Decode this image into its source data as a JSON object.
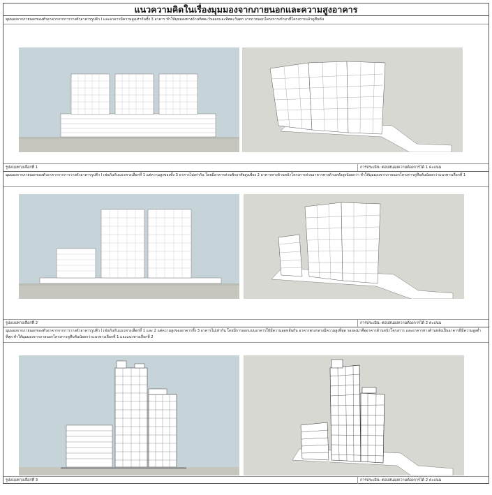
{
  "header": {
    "title": "แนวความคิดในเรื่องมุมมองจากภายนอกและความสูงอาคาร"
  },
  "sections": [
    {
      "description": "มุมมองจากภายนอกของตัวอาคารจากการวางตัวอาคารรูปตัว I และอาคารมีความสูงเท่ากันทั้ง 3 อาคาร ทำให้มุมมองทางด้านทิศตะวันออกและทิศตะวันตก จากภายนอกโครงการเข้ามาที่โครงการแล้วดูทึบตัน",
      "label": "รูปแบบทางเลือกที่ 1",
      "score": "การประเมิน: ตอบสนองความต้องการได้ 1 คะแนน"
    },
    {
      "description": "มุมมองจากภายนอกของตัวอาคารจากการวางตัวอาคารรูปตัว I เช่นกันกับแนวทางเลือกที่ 1 แต่ความสูงของทั้ง 3 อาคารไม่เท่ากัน โดยมีอาคารส่วนพักอาศัยสูงเพียง 2 อาคารทางด้านหน้าโครงการส่วนอาคารทางด้านหลังสูงน้อยกว่า ทำให้มุมมองจากภายนอกโครงการดูทึบตันน้อยกว่าแนวทางเลือกที่ 1",
      "label": "รูปแบบทางเลือกที่ 2",
      "score": "การประเมิน: ตอบสนองความต้องการได้ 2 คะแนน"
    },
    {
      "description": "มุมมองจากภายนอกของตัวอาคารจากการวางตัวอาคารรูปตัว I เช่นกันกับแนวทางเลือกที่ 1 และ 2 แต่ความสูงของอาคารทั้ง 3 อาคารไม่เท่ากัน โดยมีการออกแบบอาคารให้มีความลดหลั่นกัน อาคารตรงกลางมีความสูงที่สุด รองลงมาคืออาคารด้านหน้าโครงการ และอาคารทางด้านหลังเป็นอาคารที่มีความสูงต่ำที่สุด ทำให้มุมมองจากภายนอกโครงการดูทึบตันน้อยกว่าแนวทางเลือกที่ 1 และแนวทางเลือกที่ 2",
      "label": "รูปแบบทางเลือกที่ 3",
      "score": "การประเมิน: ตอบสนองความต้องการได้ 2 คะแนน"
    }
  ],
  "colors": {
    "sky": "#c6d4da",
    "ground": "#c7c6be",
    "render_bg": "#d8d8d2",
    "building": "#ffffff",
    "line": "#555555"
  }
}
